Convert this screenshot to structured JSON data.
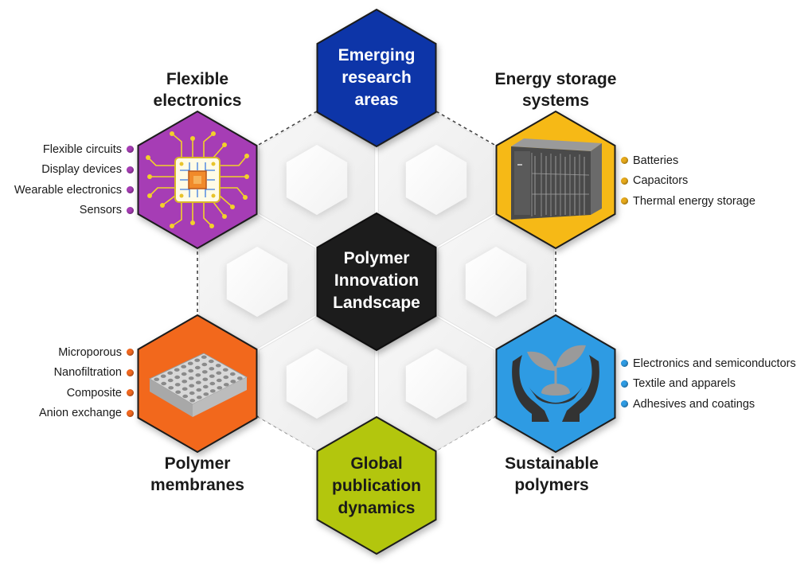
{
  "center": {
    "label": "Polymer\nInnovation\nLandscape",
    "color": "#1c1a1b"
  },
  "top": {
    "label": "Emerging\nresearch\nareas",
    "color": "#0a36a8"
  },
  "bottom": {
    "label": "Global\npublication\ndynamics",
    "color": "#b3c60f"
  },
  "categories": {
    "flexible_electronics": {
      "title": "Flexible\nelectronics",
      "color": "#a63db5",
      "icon": "circuit-chip-icon",
      "items": [
        "Flexible circuits",
        "Display devices",
        "Wearable electronics",
        "Sensors"
      ]
    },
    "energy_storage": {
      "title": "Energy storage\nsystems",
      "color": "#f6b916",
      "icon": "battery-rack-icon",
      "items": [
        "Batteries",
        "Capacitors",
        "Thermal energy storage"
      ]
    },
    "polymer_membranes": {
      "title": "Polymer\nmembranes",
      "color": "#f2681f",
      "icon": "porous-membrane-icon",
      "items": [
        "Microporous",
        "Nanofiltration",
        "Composite",
        "Anion exchange"
      ]
    },
    "sustainable_polymers": {
      "title": "Sustainable\npolymers",
      "color": "#2e9be3",
      "icon": "hands-plant-icon",
      "items": [
        "Electronics and semiconductors",
        "Textile and apparels",
        "Adhesives and coatings"
      ]
    }
  }
}
